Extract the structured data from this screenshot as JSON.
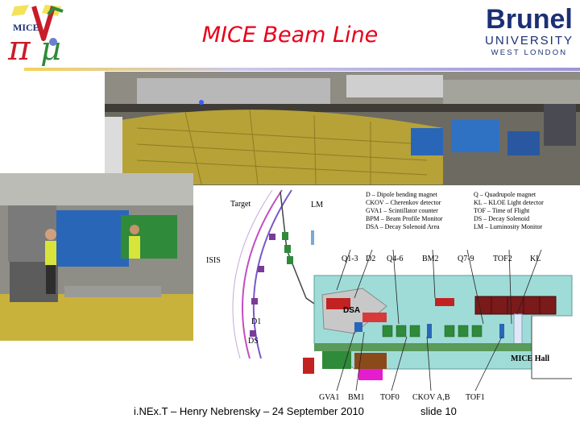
{
  "slide": {
    "title": "MICE Beam Line",
    "footer_left": "i.NEx.T – Henry Nebrensky – 24 September 2010",
    "footer_right": "slide 10"
  },
  "logo_mice": {
    "text": "MICE",
    "icon": "mice-logo-icon"
  },
  "logo_brunel": {
    "line1": "Brunel",
    "line2": "UNIVERSITY",
    "line3": "WEST LONDON"
  },
  "legend": [
    "D – Dipole bending magnet",
    "CKOV – Cherenkov detector",
    "GVA1 – Scintillator counter",
    "BPM – Beam Profile Monitor",
    "DSA – Decay Solenoid Area",
    "Q – Quadrupole magnet",
    "KL – KLOE Light detector",
    "TOF – Time of Flight",
    "DS – Decay Solenoid",
    "LM – Luminosity Monitor"
  ],
  "labels": {
    "target": "Target",
    "lm": "LM",
    "isis": "ISIS",
    "q13": "Q1-3",
    "d2": "D2",
    "q46": "Q4-6",
    "bm2": "BM2",
    "q79": "Q7-9",
    "tof2": "TOF2",
    "kl": "KL",
    "dsa": "DSA",
    "d1": "D1",
    "ds": "DS",
    "mice_hall": "MICE Hall",
    "gva1": "GVA1",
    "bm1": "BM1",
    "tof0": "TOF0",
    "ckovab": "CKOV A,B",
    "tof1": "TOF1"
  },
  "colors": {
    "title": "#e8001a",
    "brunel": "#1b2f75",
    "floor_yellow": "#c8b833",
    "magnet_blue": "#2a66b8",
    "magnet_green": "#2f8a3a",
    "red_block": "#c22222",
    "dark_red_block": "#7a1a1a",
    "magenta": "#e61ccf",
    "cyan_floor": "#9fdcd8"
  }
}
